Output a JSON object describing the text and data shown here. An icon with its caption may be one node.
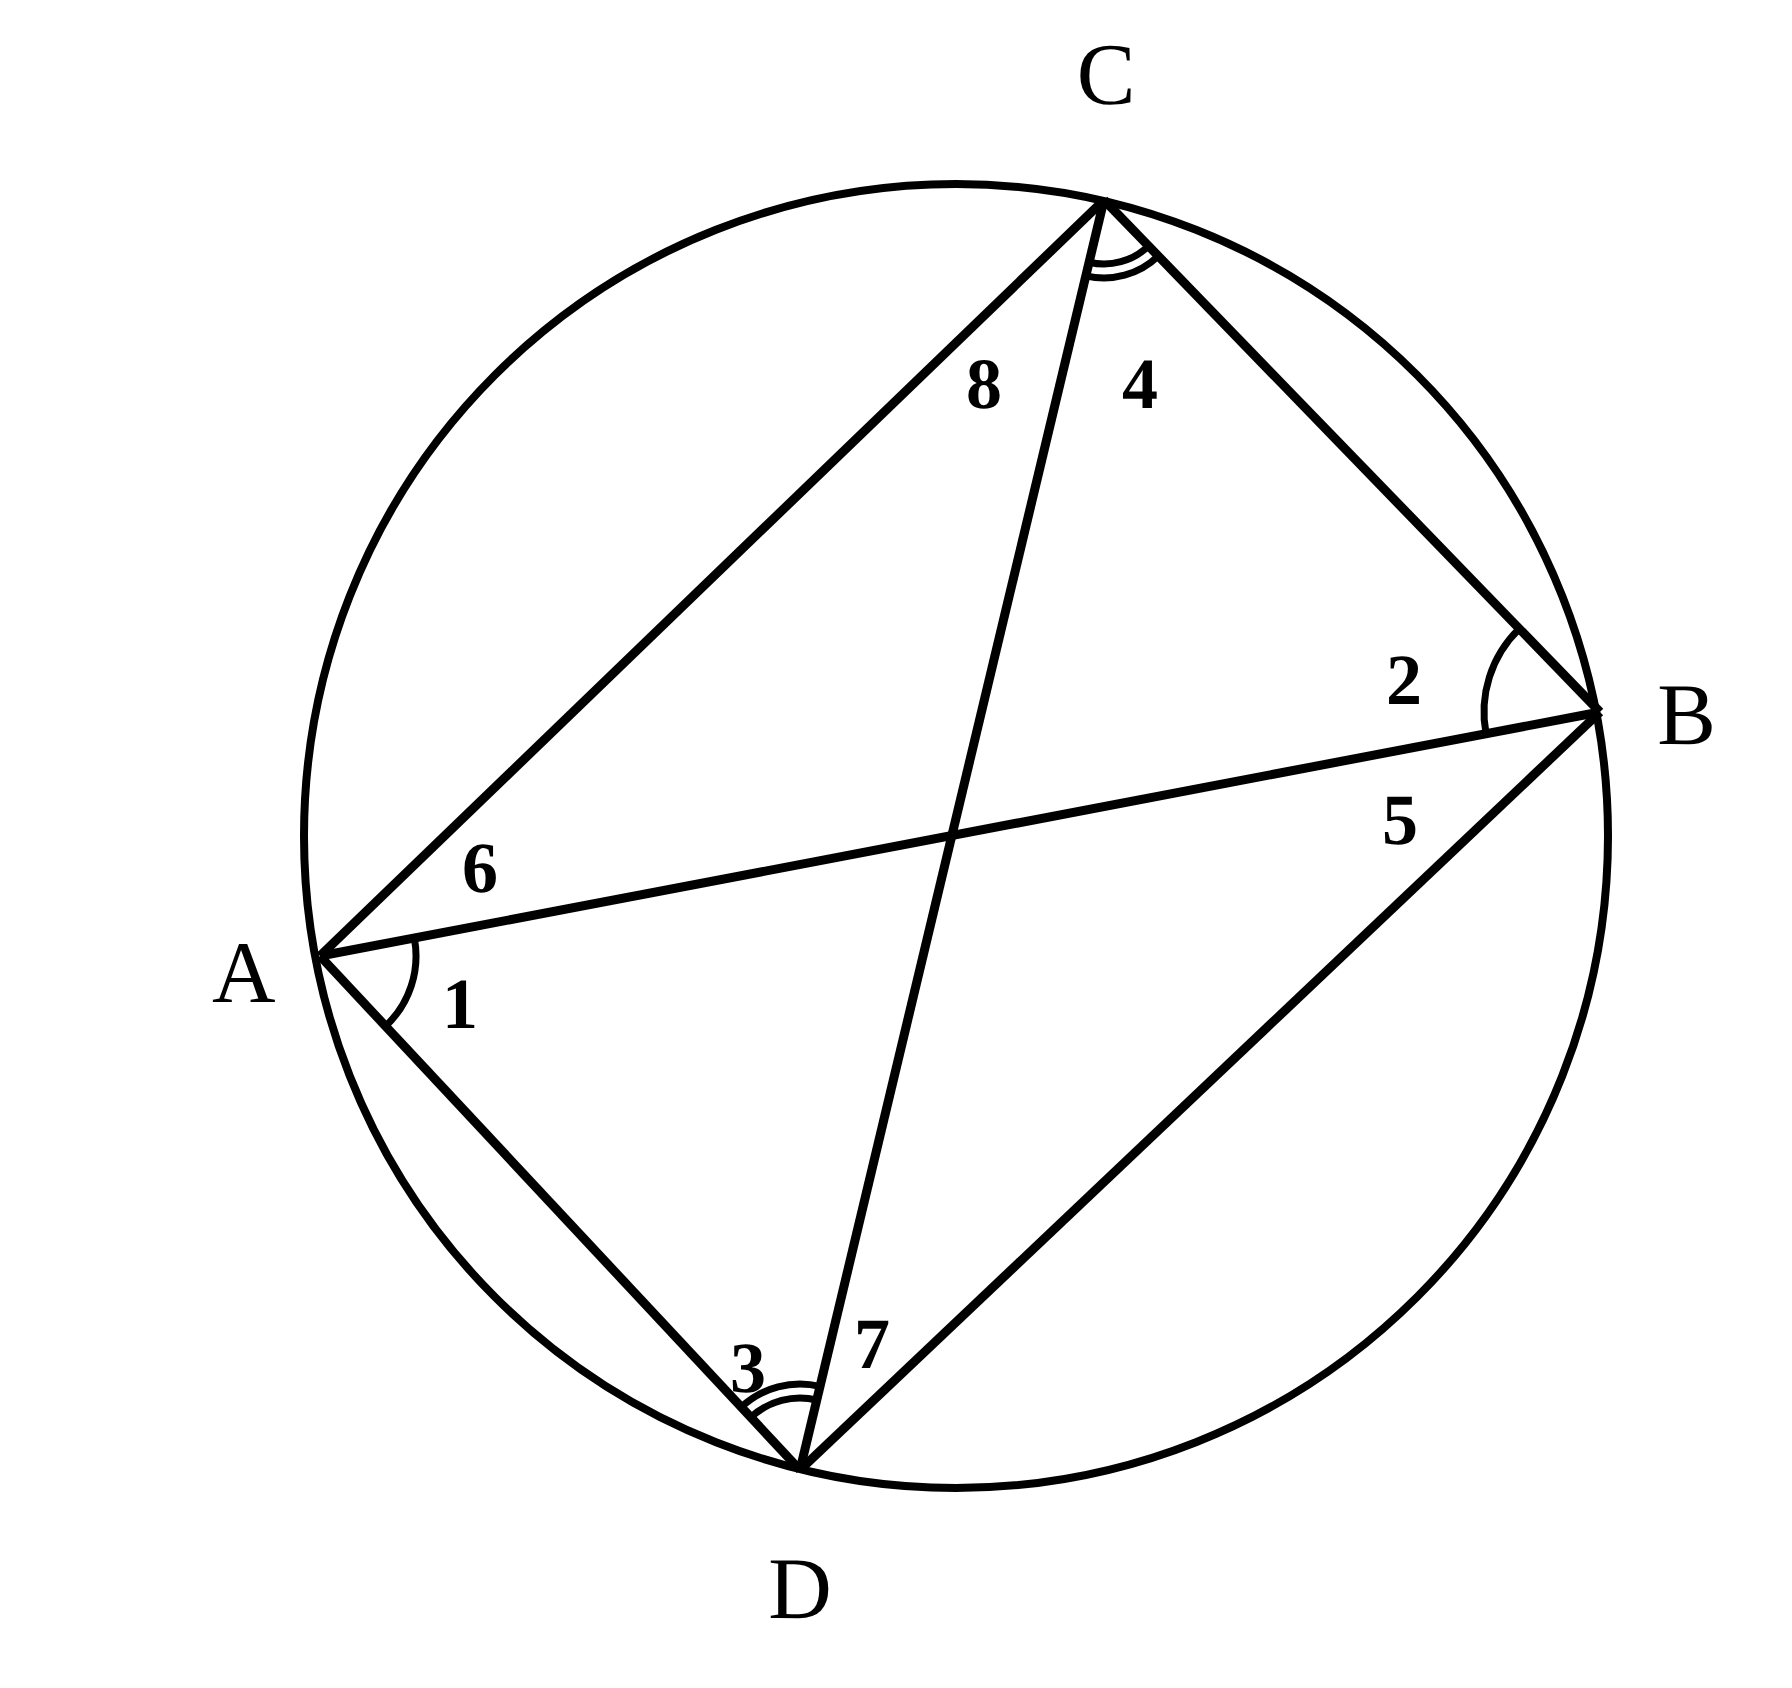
{
  "diagram": {
    "nodes": [
      {
        "text": [
          "A"
        ]
      },
      {
        "text": [
          "B"
        ]
      },
      {
        "text": [
          "C"
        ]
      },
      {
        "text": [
          "D"
        ]
      }
    ],
    "edges": [
      {
        "from": 0,
        "to": 2,
        "arrow": "none"
      },
      {
        "from": 2,
        "to": 1,
        "arrow": "none"
      },
      {
        "from": 0,
        "to": 1,
        "arrow": "none"
      },
      {
        "from": 2,
        "to": 3,
        "arrow": "none"
      },
      {
        "from": 0,
        "to": 3,
        "arrow": "none"
      },
      {
        "from": 3,
        "to": 1,
        "arrow": "none"
      }
    ],
    "labels": [
      "8",
      "4",
      "2",
      "6",
      "5",
      "1",
      "3",
      "7"
    ]
  }
}
